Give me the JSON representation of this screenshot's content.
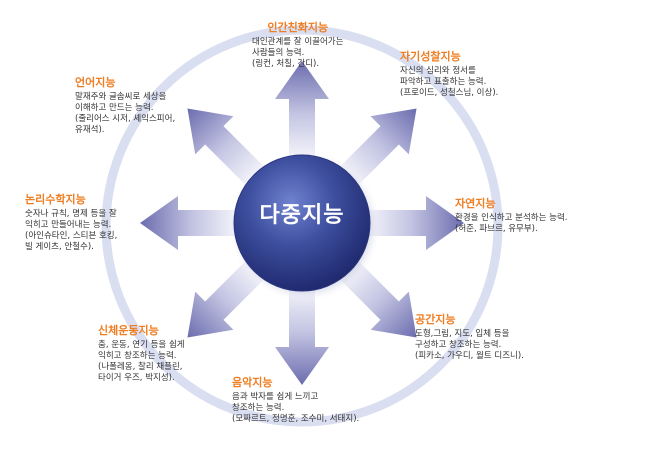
{
  "colors": {
    "title": "#ef7d22",
    "ring": "#d8def2",
    "arrow_light": "#eeeef8",
    "arrow_dark": "#6f70b2",
    "circle_light": "#5d6fc0",
    "circle_dark": "#1d2a72"
  },
  "center": {
    "label": "다중지능"
  },
  "intelligences": [
    {
      "id": "interpersonal",
      "title": "인간친화지능",
      "lines": [
        "대인관계를 잘 이끌어가는",
        "사람들의 능력.",
        "(링컨, 처칠, 간디)."
      ]
    },
    {
      "id": "intrapersonal",
      "title": "자기성찰지능",
      "lines": [
        "자신의 심리와 정서를",
        "파악하고 표출하는 능력.",
        "(프로이드, 성철스님, 이상)."
      ]
    },
    {
      "id": "naturalist",
      "title": "자연지능",
      "lines": [
        "환경을 인식하고 분석하는 능력.",
        "(허준, 파브르, 유무부)."
      ]
    },
    {
      "id": "spatial",
      "title": "공간지능",
      "lines": [
        "도형,그림, 지도, 입체 등을",
        "구성하고 창조하는 능력.",
        "(피카소, 가우디, 월트 디즈니)."
      ]
    },
    {
      "id": "musical",
      "title": "음악지능",
      "lines": [
        "음과 박자를 쉽게 느끼고",
        "창조하는 능력.",
        "(모짜르트, 정명훈, 조수미, 서태지)."
      ]
    },
    {
      "id": "bodily",
      "title": "신체운동지능",
      "lines": [
        "춤, 운동, 연기 등을 쉽게",
        "익히고 창조하는 능력.",
        "(나폴레옹, 찰리 채플린,",
        "타이거 우즈, 박지성)."
      ]
    },
    {
      "id": "logical",
      "title": "논리수학지능",
      "lines": [
        "숫자나 규칙, 명제 등을 잘",
        "익히고 만들어내는 능력.",
        "(아인슈타인, 스티븐 호킹,",
        "빌 게이츠, 안철수)."
      ]
    },
    {
      "id": "linguistic",
      "title": "언어지능",
      "lines": [
        "말재주와 글솜씨로 세상을",
        "이해하고 만드는 능력.",
        "(줄리어스 시저, 셰익스피어,",
        "유재석)."
      ]
    }
  ]
}
